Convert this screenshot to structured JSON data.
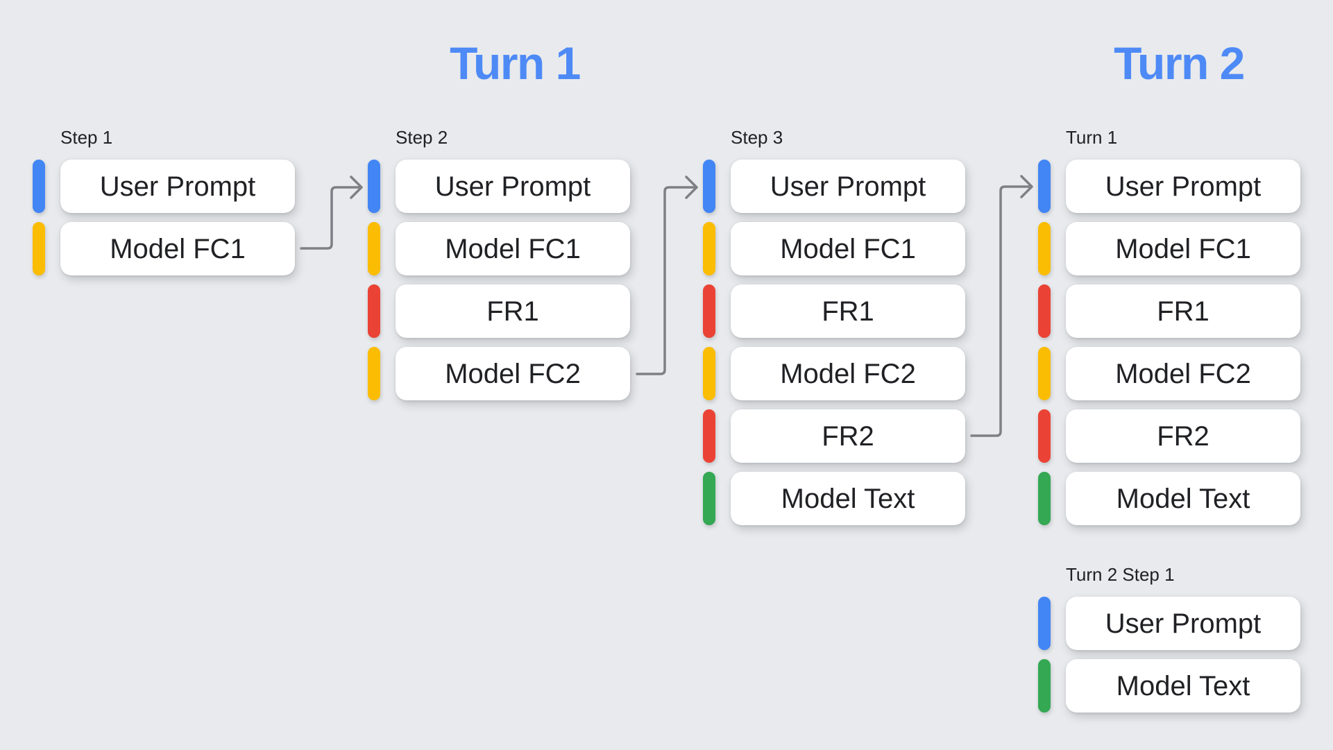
{
  "titles": {
    "turn1": "Turn 1",
    "turn2": "Turn 2"
  },
  "colors": {
    "background": "#e8eaed",
    "title": "#4e8af6",
    "label_text": "#202124",
    "card_text": "#202124",
    "card_bg": "#ffffff",
    "arrow": "#7d8085",
    "user": "#4285f4",
    "fc": "#fbbc04",
    "fr": "#ea4335",
    "text": "#34a853"
  },
  "columns": [
    {
      "label": "Step 1",
      "rows": [
        {
          "text": "User Prompt",
          "kind": "user"
        },
        {
          "text": "Model FC1",
          "kind": "fc"
        }
      ]
    },
    {
      "label": "Step 2",
      "rows": [
        {
          "text": "User Prompt",
          "kind": "user"
        },
        {
          "text": "Model FC1",
          "kind": "fc"
        },
        {
          "text": "FR1",
          "kind": "fr"
        },
        {
          "text": "Model FC2",
          "kind": "fc"
        }
      ]
    },
    {
      "label": "Step 3",
      "rows": [
        {
          "text": "User Prompt",
          "kind": "user"
        },
        {
          "text": "Model FC1",
          "kind": "fc"
        },
        {
          "text": "FR1",
          "kind": "fr"
        },
        {
          "text": "Model FC2",
          "kind": "fc"
        },
        {
          "text": "FR2",
          "kind": "fr"
        },
        {
          "text": "Model Text",
          "kind": "text"
        }
      ]
    },
    {
      "label": "Turn 1",
      "rows": [
        {
          "text": "User Prompt",
          "kind": "user"
        },
        {
          "text": "Model FC1",
          "kind": "fc"
        },
        {
          "text": "FR1",
          "kind": "fr"
        },
        {
          "text": "Model FC2",
          "kind": "fc"
        },
        {
          "text": "FR2",
          "kind": "fr"
        },
        {
          "text": "Model Text",
          "kind": "text"
        }
      ]
    },
    {
      "label": "Turn 2 Step 1",
      "rows": [
        {
          "text": "User Prompt",
          "kind": "user"
        },
        {
          "text": "Model Text",
          "kind": "text"
        }
      ]
    }
  ],
  "arrows": [
    {
      "from": "Step 1 Model FC1",
      "to": "Step 2 User Prompt",
      "label": "Step 1 Model FC1 to Step 2 User Prompt"
    },
    {
      "from": "Step 2 Model FC2",
      "to": "Step 3 User Prompt",
      "label": "Step 2 Model FC2 to Step 3 User Prompt"
    },
    {
      "from": "Step 3 FR2",
      "to": "Turn 1 User Prompt",
      "label": "Step 3 FR2 to Turn 1 User Prompt"
    }
  ]
}
